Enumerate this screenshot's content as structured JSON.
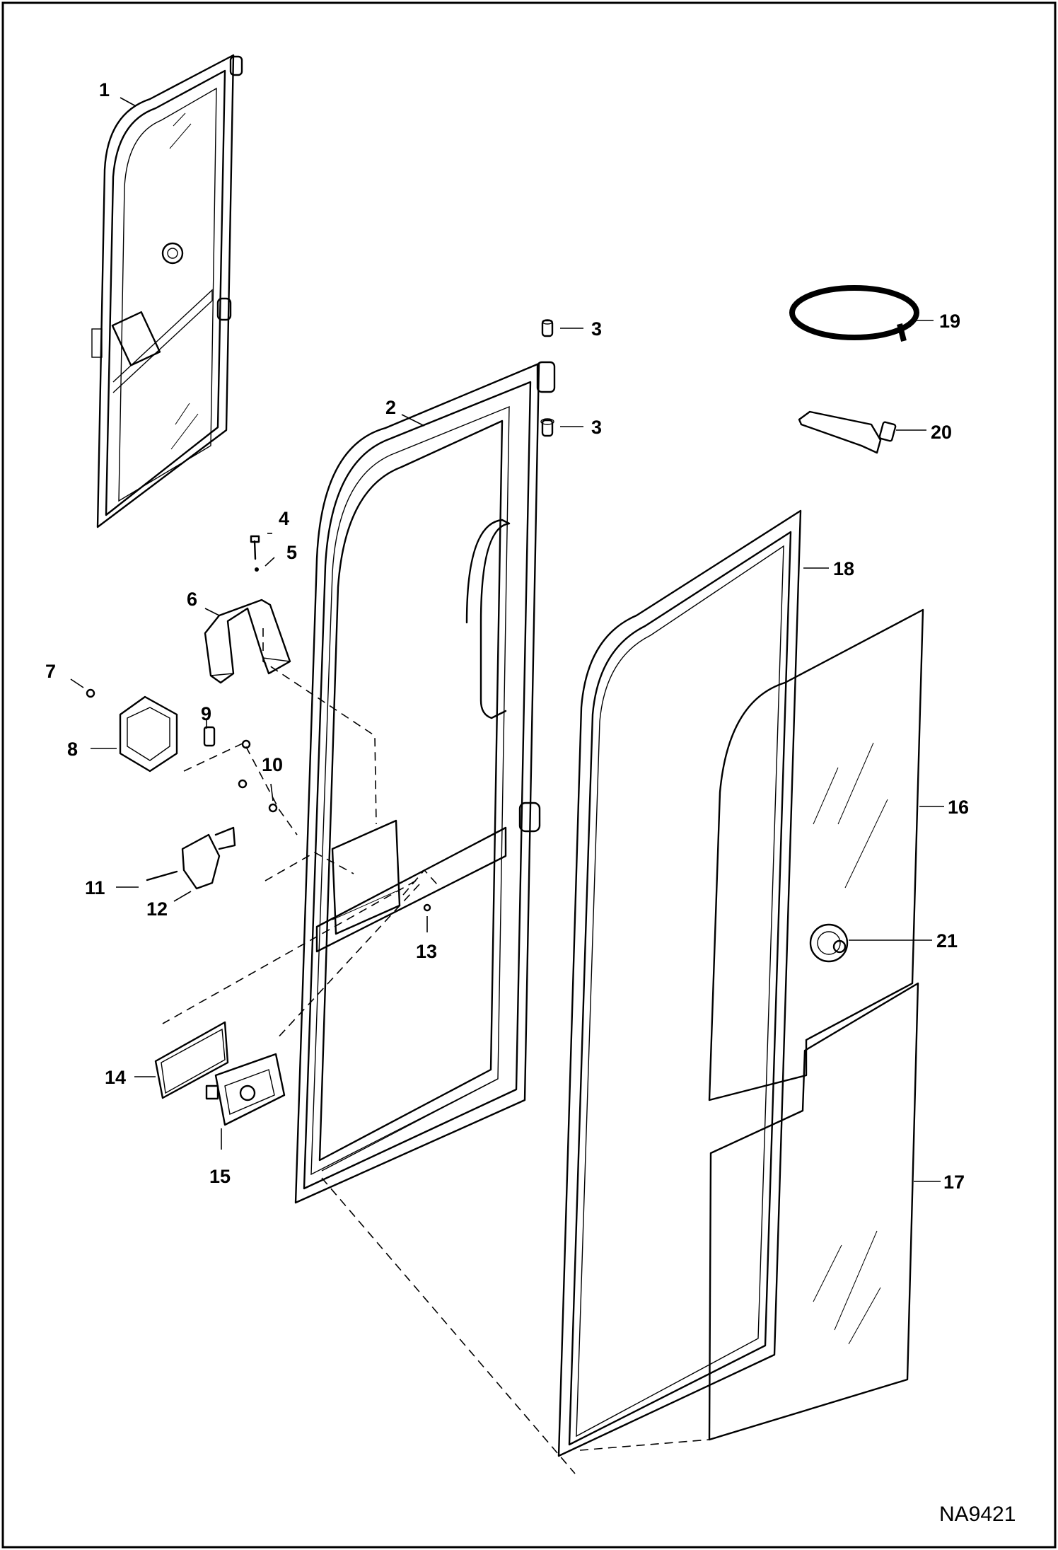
{
  "drawing": {
    "reference": "NA9421"
  },
  "callouts": [
    "1",
    "2",
    "3",
    "3",
    "4",
    "5",
    "6",
    "7",
    "8",
    "9",
    "10",
    "11",
    "12",
    "13",
    "14",
    "15",
    "16",
    "17",
    "18",
    "19",
    "20",
    "21"
  ]
}
